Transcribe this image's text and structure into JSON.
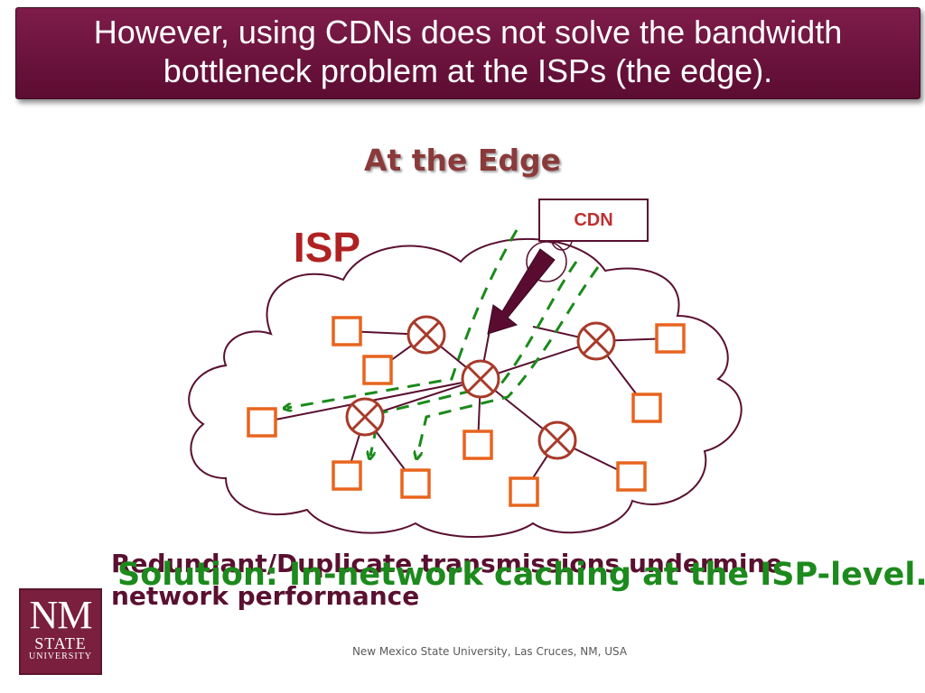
{
  "slide": {
    "title": "However, using CDNs does not solve the bandwidth\nbottleneck problem at the ISPs (the edge).",
    "diagram_heading": "At the Edge",
    "isp_label": "ISP",
    "cdn_label": "CDN",
    "statement": "Redundant/Duplicate transmissions undermine\nnetwork performance",
    "solution": "Solution: In-network caching at the ISP-level.",
    "footer": "New Mexico State University, Las Cruces, NM, USA",
    "logo": {
      "line1": "NM",
      "line2": "STATE",
      "line3": "UNIVERSITY"
    }
  },
  "colors": {
    "title_bg": "#6b1140",
    "cloud_outline": "#5a1030",
    "router": "#a83a2a",
    "host": "#e8641e",
    "cdn_path": "#1a8a1a",
    "big_arrow": "#5a0c30"
  }
}
